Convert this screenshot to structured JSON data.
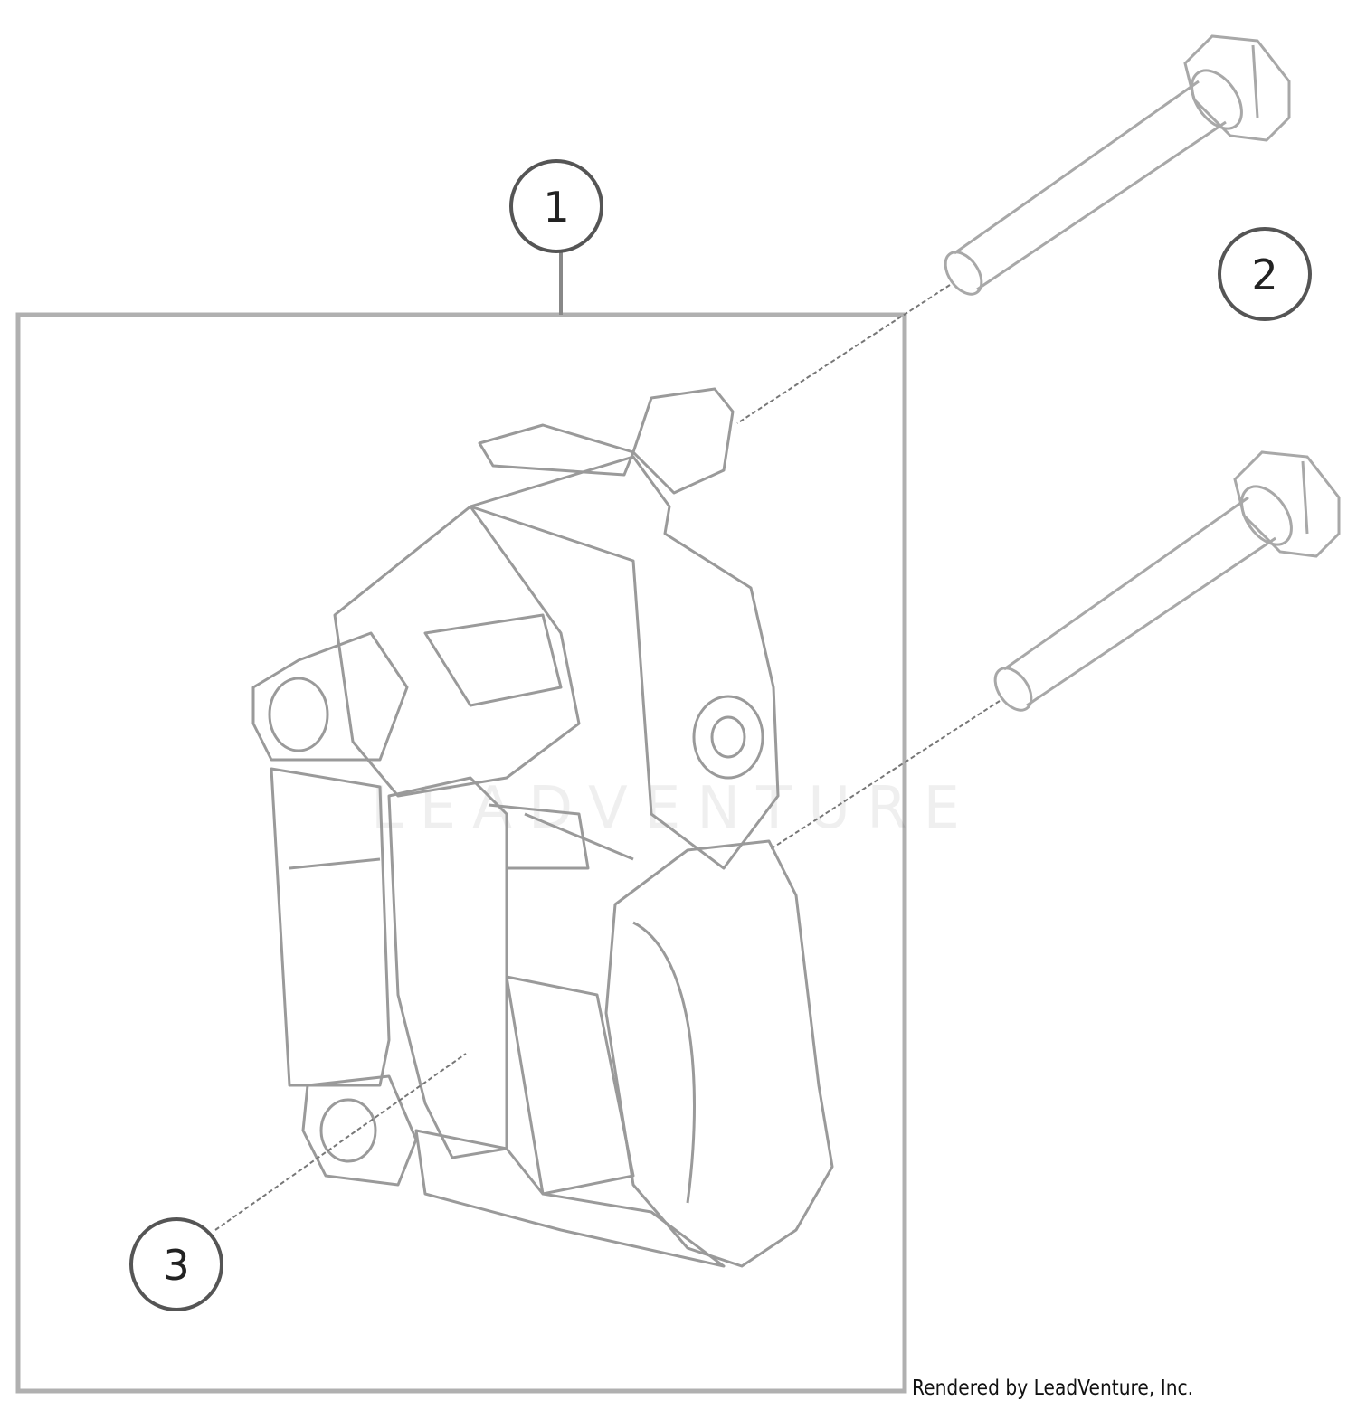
{
  "diagram": {
    "type": "exploded-parts-diagram",
    "subject": "brake caliper assembly",
    "colors": {
      "line_art": "#9a9a9a",
      "frame": "#b0b0b0",
      "callout_stroke": "#555555",
      "callout_text": "#222222",
      "background": "#ffffff"
    },
    "callouts": [
      {
        "id": "1",
        "label": "1",
        "part": "brake caliper assembly (boxed group)"
      },
      {
        "id": "2",
        "label": "2",
        "part": "mounting bolts (x2)"
      },
      {
        "id": "3",
        "label": "3",
        "part": "brake pad"
      }
    ],
    "watermark": "LEADVENTURE",
    "credit": "Rendered by LeadVenture, Inc."
  }
}
